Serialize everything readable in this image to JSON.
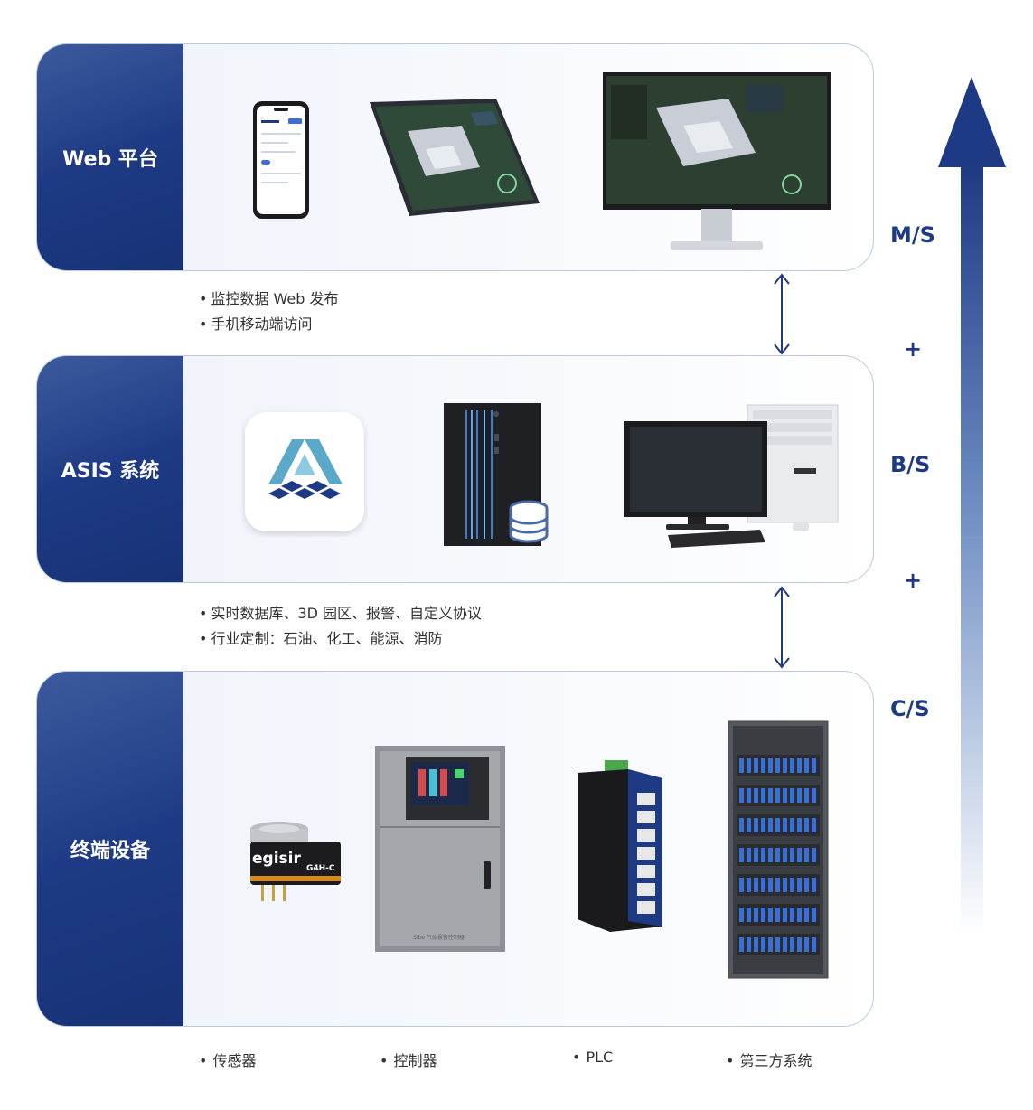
{
  "layers": [
    {
      "label": "Web 平台"
    },
    {
      "label": "ASIS 系统"
    },
    {
      "label": "终端设备"
    }
  ],
  "notes_web": [
    "监控数据 Web 发布",
    "手机移动端访问"
  ],
  "notes_asis": [
    "实时数据库、3D 园区、报警、自定义协议",
    "行业定制：石油、化工、能源、消防"
  ],
  "bottom_labels": [
    "传感器",
    "控制器",
    "PLC",
    "第三方系统"
  ],
  "architectures": [
    "M/S",
    "+",
    "B/S",
    "+",
    "C/S"
  ],
  "sensor_text": {
    "brand": "egisir",
    "model": "G4H-C"
  },
  "controller_text": "Sibe 气体报警控制器",
  "colors": {
    "primary": "#1e3a84",
    "panel_border": "#b9c9e0"
  }
}
